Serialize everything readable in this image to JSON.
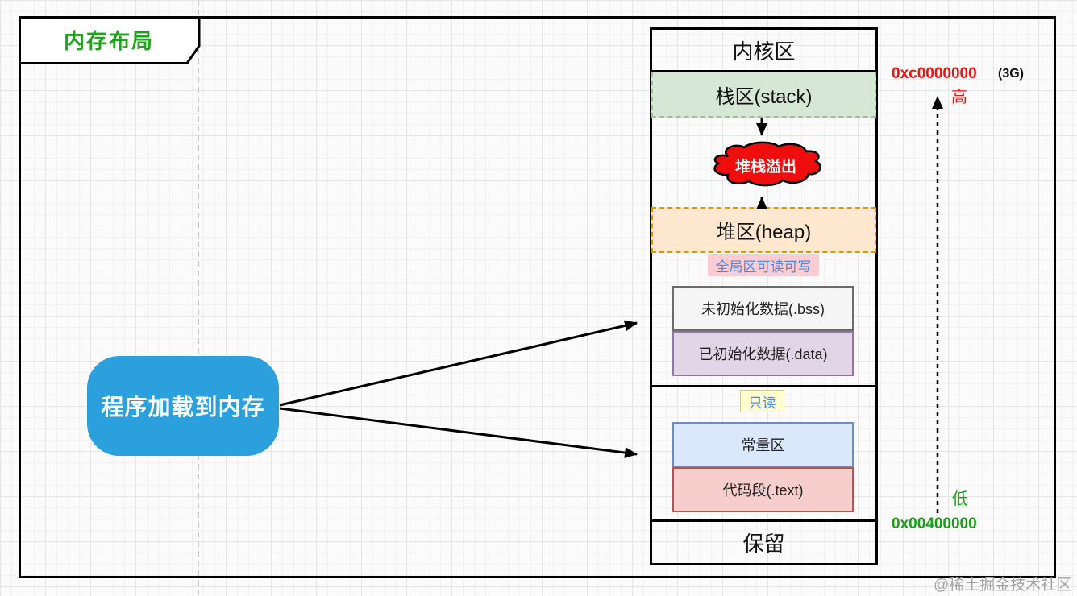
{
  "title": "内存布局",
  "watermark": "@稀土掘金技术社区",
  "program_box": {
    "label": "程序加载到内存"
  },
  "memory_column": {
    "kernel": "内核区",
    "stack": "栈区(stack)",
    "overflow_cloud": "堆栈溢出",
    "heap": "堆区(heap)",
    "rw_permission_label": "全局区可读可写",
    "bss": "未初始化数据(.bss)",
    "data": "已初始化数据(.data)",
    "ro_permission_label": "只读",
    "constants": "常量区",
    "text_segment": "代码段(.text)",
    "reserved": "保留"
  },
  "annotations": {
    "high_address": "0xc0000000",
    "high_address_note": "(3G)",
    "high_direction": "高",
    "low_direction": "低",
    "low_address": "0x00400000"
  },
  "colors": {
    "title_green": "#21a21f",
    "program_box_blue": "#2ba0dc",
    "stack_fill": "#d6e8d5",
    "heap_fill": "#ffe8cf",
    "bss_fill": "#f5f5f5",
    "data_fill": "#e2d5e8",
    "constants_fill": "#dbe8fc",
    "text_segment_fill": "#f8cecc",
    "rw_label_bg": "#fbcdd2",
    "ro_label_bg": "#ffffd2",
    "permission_label_text": "#4a89e8",
    "cloud_red": "#f00d0d",
    "high_red": "#f50f0f",
    "low_green": "#13a113"
  }
}
